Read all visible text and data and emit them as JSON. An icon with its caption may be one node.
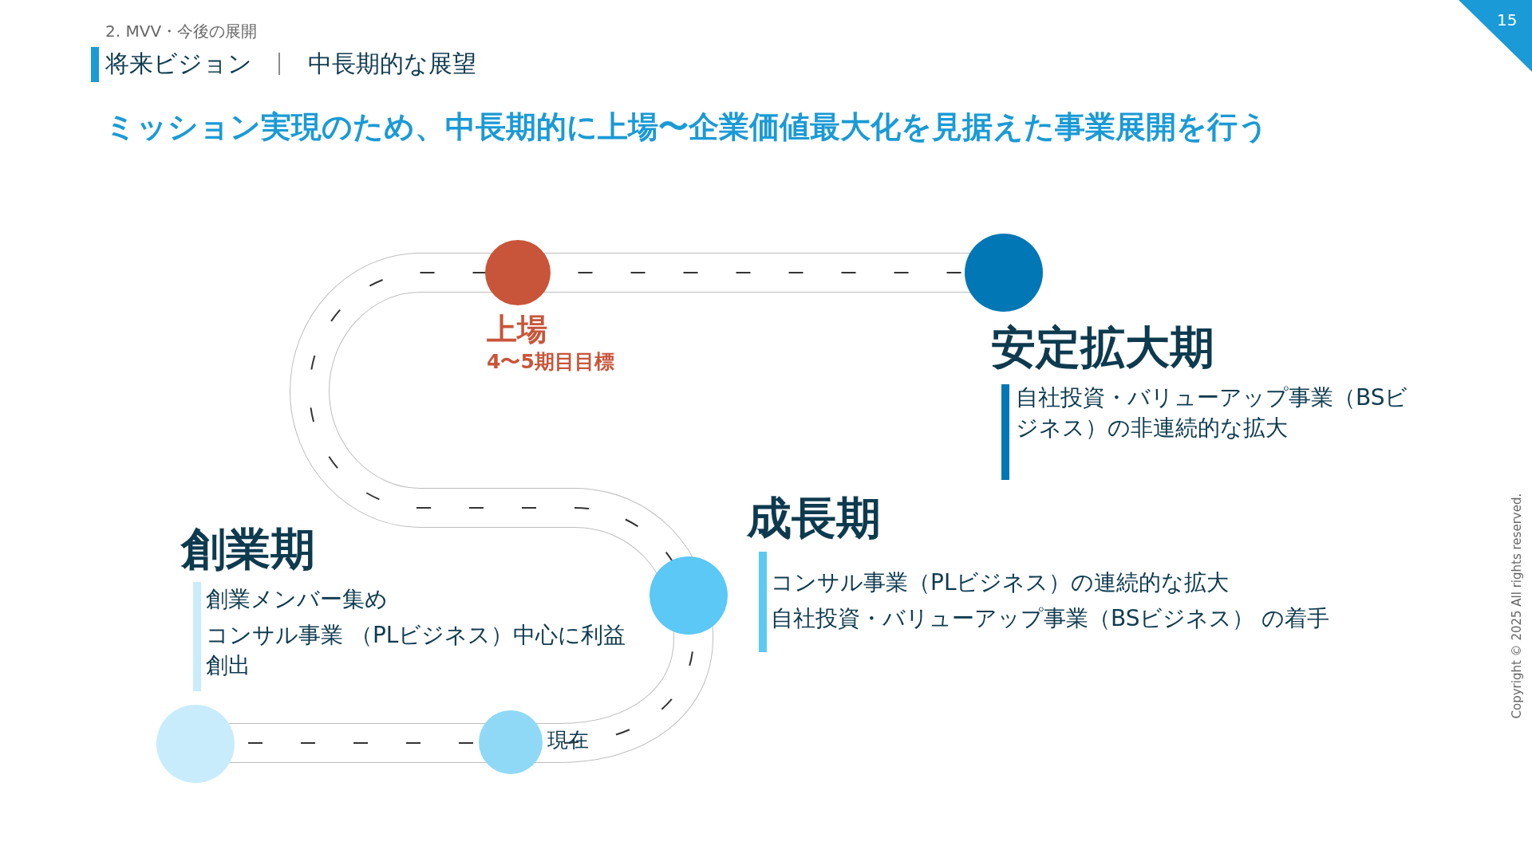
{
  "diagram": {
    "title": "ミッション実現のため、中長期的に上場〜企業価値最大化を見据えた事業展開を行う",
    "nodes": [
      {
        "text": [],
        "shape": "circle",
        "beside": [
          "上場",
          "4〜5期目目標"
        ]
      },
      {
        "text": [],
        "shape": "circle"
      },
      {
        "text": [],
        "shape": "circle"
      },
      {
        "text": [],
        "shape": "circle",
        "beside": [
          "現在"
        ]
      },
      {
        "text": [],
        "shape": "circle"
      }
    ],
    "labels": [
      "2. MVV・今後の展開",
      "将来ビジョン",
      "中長期的な展望",
      "15",
      "安定拡大期",
      "自社投資・バリューアップ事業（BSビジネス）の非連続的な拡大",
      "成長期",
      "コンサル事業（PLビジネス）の連続的な拡大",
      "自社投資・バリューアップ事業（BSビジネス） の着手",
      "創業期",
      "創業メンバー集め",
      "コンサル事業 （PLビジネス）中心に利益創出",
      "Copyright © 2025 All rights reserved."
    ]
  }
}
